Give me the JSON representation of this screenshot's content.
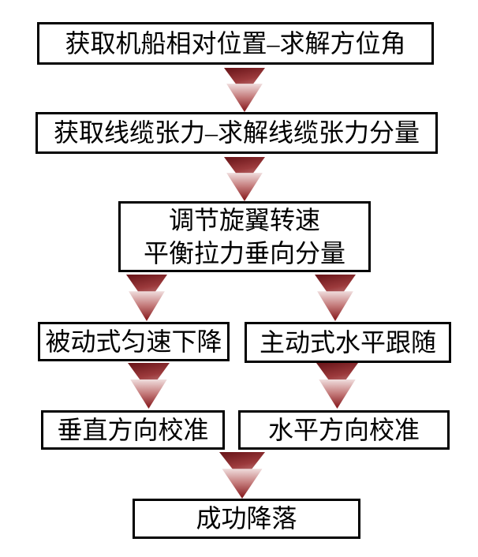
{
  "flowchart": {
    "type": "flowchart",
    "direction": "top-down",
    "nodes": [
      {
        "id": "get_relative_position",
        "label": "获取机船相对位置–求解方位角"
      },
      {
        "id": "get_cable_tension",
        "label": "获取线缆张力–求解线缆张力分量"
      },
      {
        "id": "adjust_rotor_speed",
        "lines": [
          "调节旋翼转速",
          "平衡拉力垂向分量"
        ]
      },
      {
        "id": "passive_uniform_descent",
        "label": "被动式匀速下降"
      },
      {
        "id": "active_horizontal_follow",
        "label": "主动式水平跟随"
      },
      {
        "id": "vertical_calibration",
        "label": "垂直方向校准"
      },
      {
        "id": "horizontal_calibration",
        "label": "水平方向校准"
      },
      {
        "id": "successful_landing",
        "label": "成功降落"
      }
    ],
    "edges": [
      {
        "from": "get_relative_position",
        "to": "get_cable_tension"
      },
      {
        "from": "get_cable_tension",
        "to": "adjust_rotor_speed"
      },
      {
        "from": "adjust_rotor_speed",
        "to": "passive_uniform_descent"
      },
      {
        "from": "adjust_rotor_speed",
        "to": "active_horizontal_follow"
      },
      {
        "from": "passive_uniform_descent",
        "to": "vertical_calibration"
      },
      {
        "from": "active_horizontal_follow",
        "to": "horizontal_calibration"
      },
      {
        "from": "vertical_calibration + horizontal_calibration",
        "to": "successful_landing"
      }
    ],
    "colors": {
      "background": "#ffffff",
      "node_fill": "#ffffff",
      "node_border": "#000000",
      "text": "#000000",
      "arrow_dark": "#6d181c",
      "arrow_mid": "#9c3a3c",
      "arrow_light": "#eedada",
      "arrow_tip": "#8c2326"
    }
  }
}
